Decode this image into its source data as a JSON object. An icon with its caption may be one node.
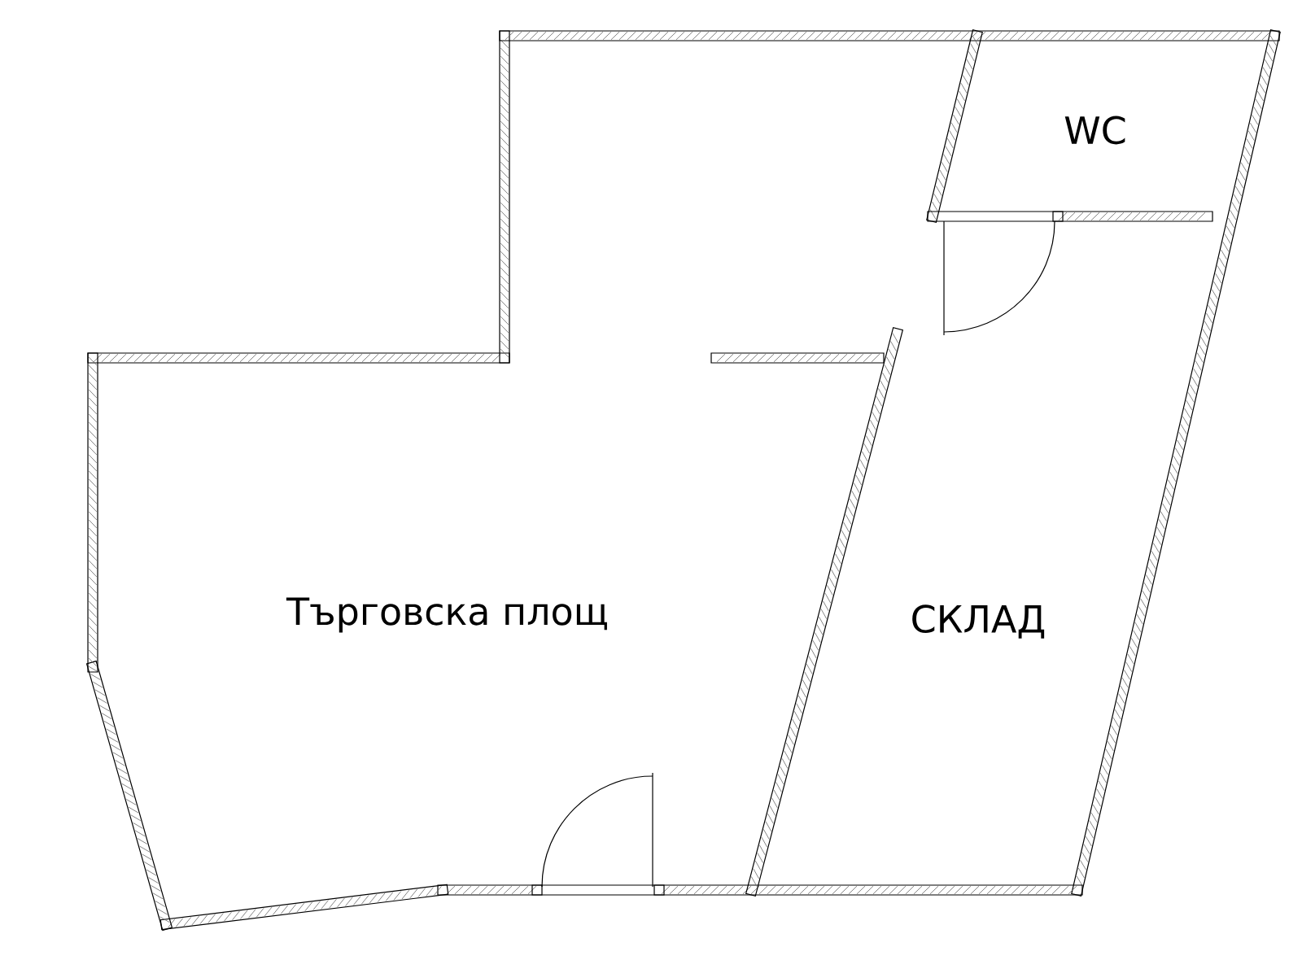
{
  "diagram": {
    "labels": [
      "WC",
      "Търговска площ",
      "СКЛАД"
    ]
  }
}
